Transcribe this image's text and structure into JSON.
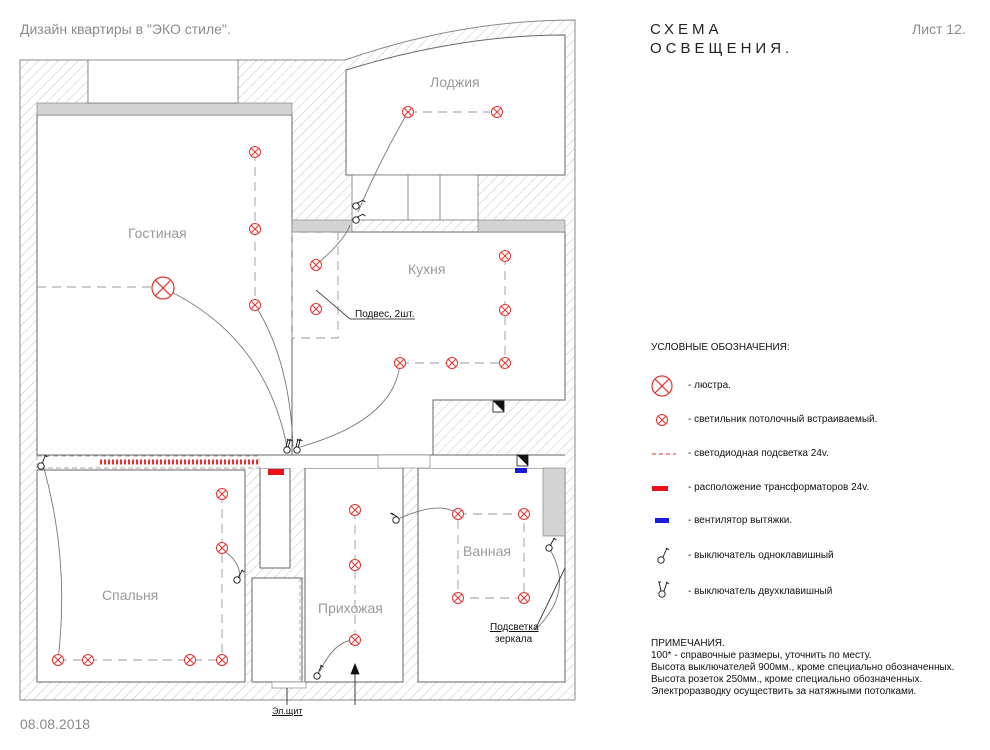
{
  "header": {
    "project_title": "Дизайн квартиры в \"ЭКО стиле\".",
    "scheme_title_line1": "СХЕМА",
    "scheme_title_line2": "ОСВЕЩЕНИЯ.",
    "sheet": "Лист 12.",
    "date": "08.08.2018"
  },
  "rooms": {
    "loggia": "Лоджия",
    "living": "Гостиная",
    "kitchen": "Кухня",
    "bedroom": "Спальня",
    "hall": "Прихожая",
    "bath": "Ванная"
  },
  "annotations": {
    "pendant": "Подвес, 2шт.",
    "mirror_line1": "Подсветка",
    "mirror_line2": "зеркала",
    "panel": "Эл.щит"
  },
  "legend": {
    "title": "УСЛОВНЫЕ ОБОЗНАЧЕНИЯ:",
    "items": [
      {
        "icon": "chandelier-icon",
        "label": "- люстра."
      },
      {
        "icon": "ceiling-light-icon",
        "label": "- светильник потолочный встраиваемый."
      },
      {
        "icon": "led-strip-icon",
        "label": "- светодиодная подсветка 24v."
      },
      {
        "icon": "transformer-icon",
        "label": "- расположение трансформаторов 24v."
      },
      {
        "icon": "fan-icon",
        "label": "- вентилятор вытяжки."
      },
      {
        "icon": "single-switch-icon",
        "label": "- выключатель одноклавишный"
      },
      {
        "icon": "double-switch-icon",
        "label": "- выключатель двухклавишный"
      }
    ]
  },
  "notes": {
    "title": "ПРИМЕЧАНИЯ.",
    "lines": [
      "100* - справочные размеры, уточнить по месту.",
      "Высота выключателей 900мм., кроме специально обозначенных.",
      "Высота розеток 250мм., кроме специально обозначенных.",
      "Электроразводку осуществить за натяжными потолками."
    ]
  },
  "colors": {
    "light_symbol": "#e8312f",
    "transformer": "#e8141a",
    "fan": "#1a1adc",
    "wall_hatch": "#bdbdbd",
    "wire": "#777777"
  }
}
